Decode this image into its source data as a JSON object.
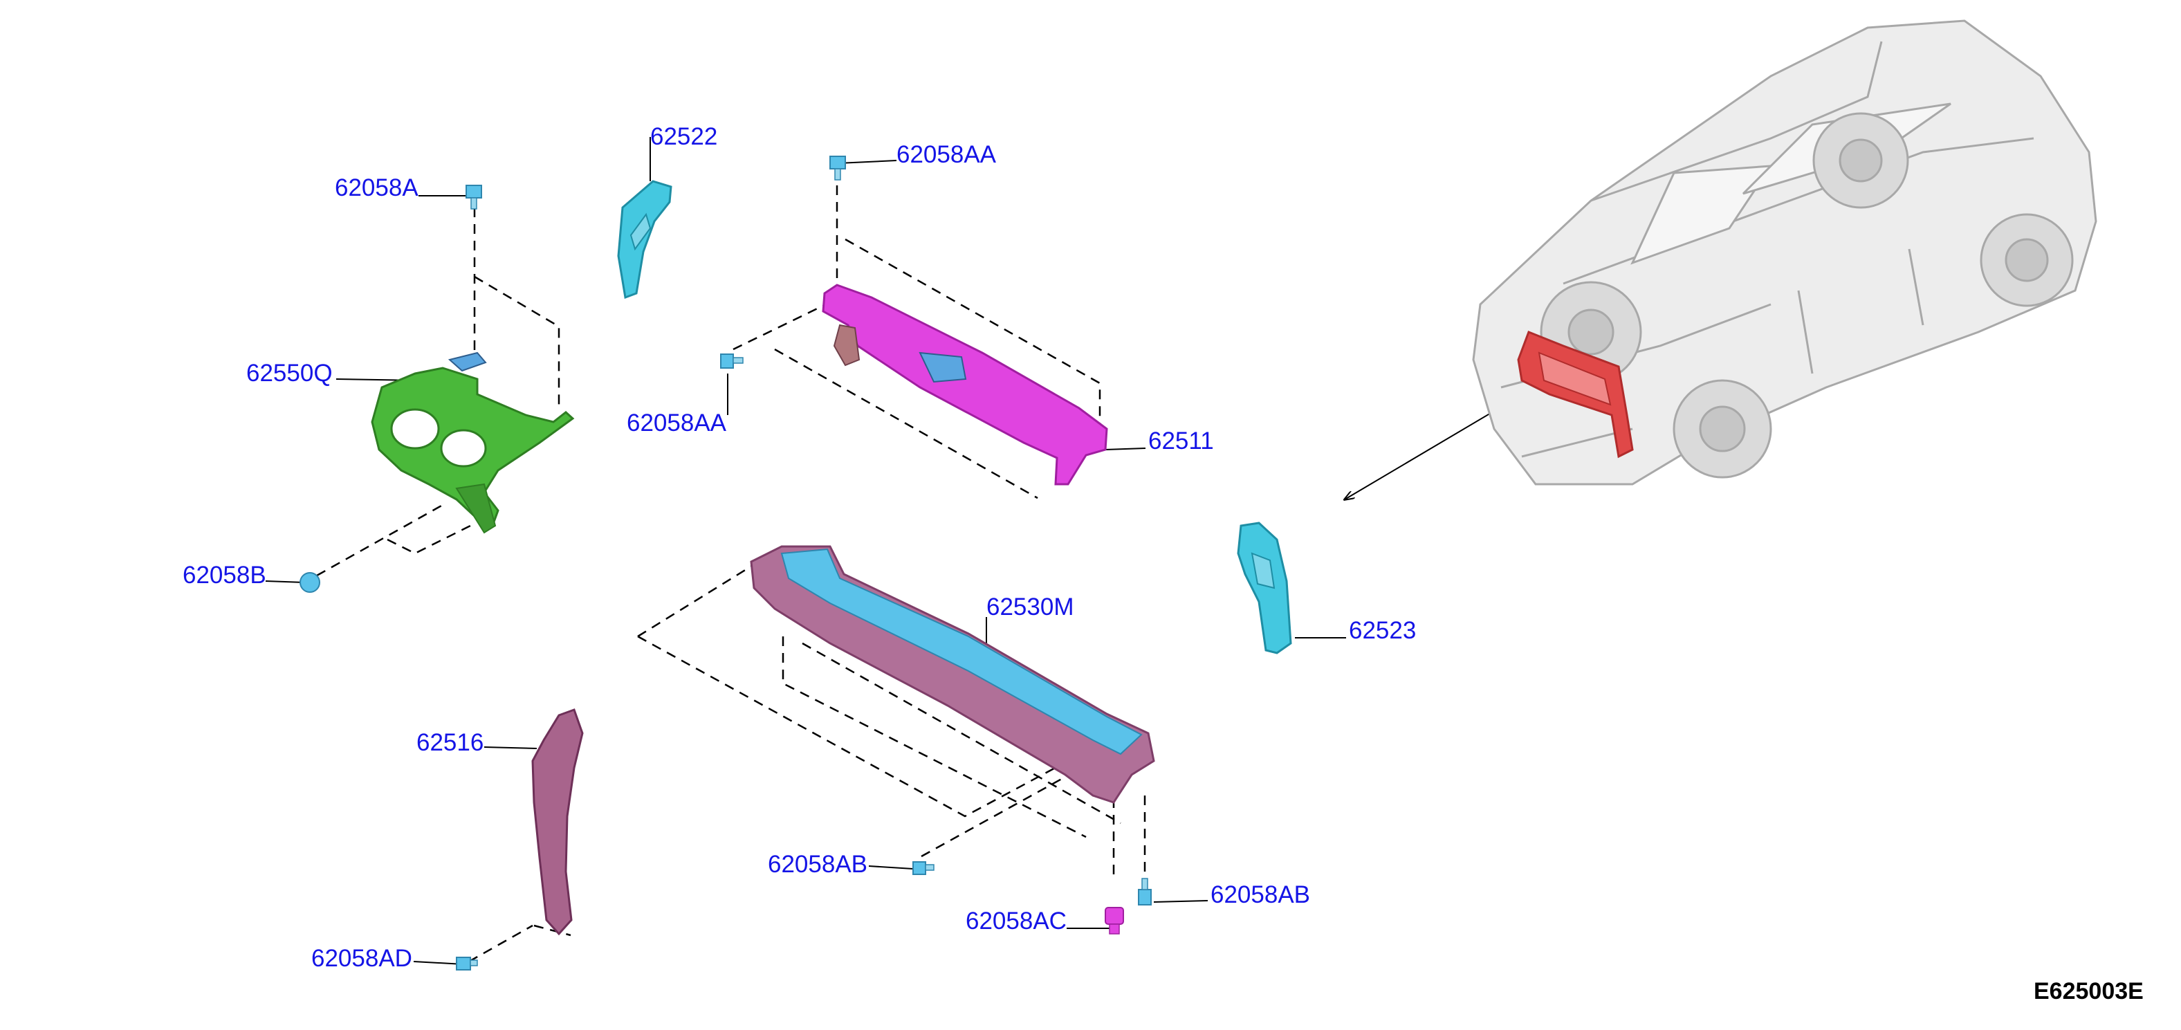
{
  "colors": {
    "label": "#1414e6",
    "leader": "#000000",
    "green": "#4ab83a",
    "cyan": "#44c8e0",
    "magenta": "#e044e0",
    "mauve": "#a8648c",
    "red": "#e04848",
    "car_body": "#e4e4e4",
    "car_line": "#a8a8a8"
  },
  "callouts": {
    "c_62058A": "62058A",
    "c_62522": "62522",
    "c_62058AA_top": "62058AA",
    "c_62550Q": "62550Q",
    "c_62058AA_left": "62058AA",
    "c_62511": "62511",
    "c_62058B": "62058B",
    "c_62530M": "62530M",
    "c_62523": "62523",
    "c_62516": "62516",
    "c_62058AB_left": "62058AB",
    "c_62058AB_right": "62058AB",
    "c_62058AC": "62058AC",
    "c_62058AD": "62058AD"
  },
  "figure_code": "E625003E"
}
